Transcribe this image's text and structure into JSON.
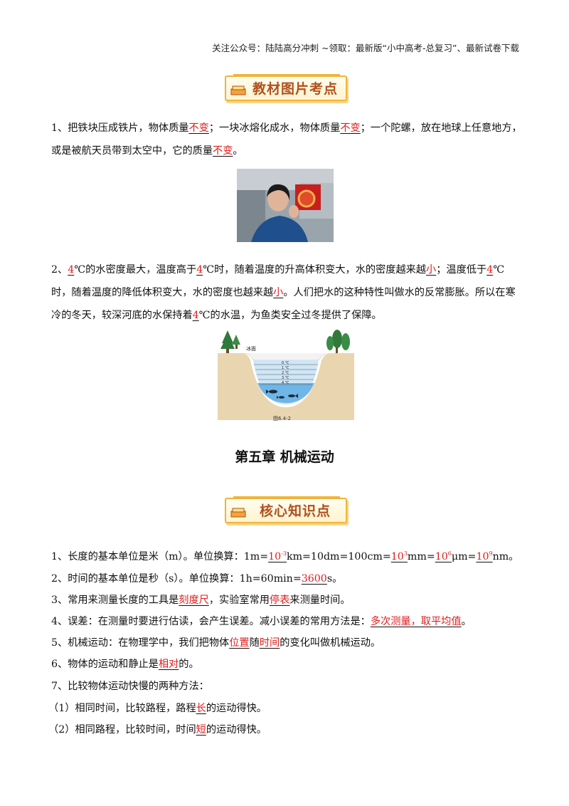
{
  "header_note": "关注公众号：陆陆高分冲刺  ~领取：最新版“小中高考-总复习”、最新试卷下载",
  "section1": {
    "title": "教材图片考点"
  },
  "p1": {
    "t1": "1、把铁块压成铁片，物体质量",
    "a1": "不变",
    "t2": "；一块冰熔化成水，物体质量",
    "a2": "不变",
    "t3": "；一个陀螺，放在地球上任意地方，或是被航天员带到太空中，它的质量",
    "a3": "不变",
    "t4": "。"
  },
  "p2": {
    "t1": "2、",
    "a1": "4",
    "t2": "℃的水密度最大，温度高于",
    "a2": "4",
    "t3": "℃时，随着温度的升高体积变大，水的密度越来越",
    "a3": "小",
    "t4": "；温度低于",
    "a4": "4",
    "t5": "℃时，随着温度的降低体积变大，水的密度也越来越",
    "a5": "小",
    "t6": "。人们把水的这种特性叫做水的反常膨胀。所以在寒冷的冬天，较深河底的水保持着",
    "a6": "4",
    "t7": "℃的水温，为鱼类安全过冬提供了保障。"
  },
  "river_figure": {
    "ice_label": "冰面",
    "layers": [
      "0 ℃",
      "1 ℃",
      "2 ℃",
      "3 ℃",
      "4 ℃"
    ],
    "caption": "图6.4-2"
  },
  "chapter_title": "第五章  机械运动",
  "section2": {
    "title": "核心知识点"
  },
  "items": {
    "i1": {
      "t1": "1、长度的基本单位是米（m）。单位换算：1m=",
      "a1": "10",
      "s1": "-3",
      "t2": "km=10dm=100cm=",
      "a2": "10",
      "s2": "3",
      "t3": "mm=",
      "a3": "10",
      "s3": "6",
      "t4": "μm=",
      "a4": "10",
      "s4": "9",
      "t5": "nm。"
    },
    "i2": {
      "t1": "2、时间的基本单位是秒（s）。单位换算：1h=60min=",
      "a1": "3600",
      "t2": "s。"
    },
    "i3": {
      "t1": "3、常用来测量长度的工具是",
      "a1": "刻度尺",
      "t2": "，实验室常用",
      "a2": "停表",
      "t3": "来测量时间。"
    },
    "i4": {
      "t1": "4、误差：在测量时要进行估读，会产生误差。减小误差的常用方法是：",
      "a1": "多次测量，取平均值",
      "t2": "。"
    },
    "i5": {
      "t1": "5、机械运动：在物理学中，我们把物体",
      "a1": "位置",
      "t2": "随",
      "a2": "时间",
      "t3": "的变化叫做机械运动。"
    },
    "i6": {
      "t1": "6、物体的运动和静止是",
      "a1": "相对",
      "t2": "的。"
    },
    "i7": {
      "t1": "7、比较物体运动快慢的两种方法："
    },
    "i8": {
      "t1": "（1）相同时间，比较路程，路程",
      "a1": "长",
      "t2": "的运动得快。"
    },
    "i9": {
      "t1": "（2）相同路程，比较时间，时间",
      "a1": "短",
      "t2": "的运动得快。"
    }
  }
}
